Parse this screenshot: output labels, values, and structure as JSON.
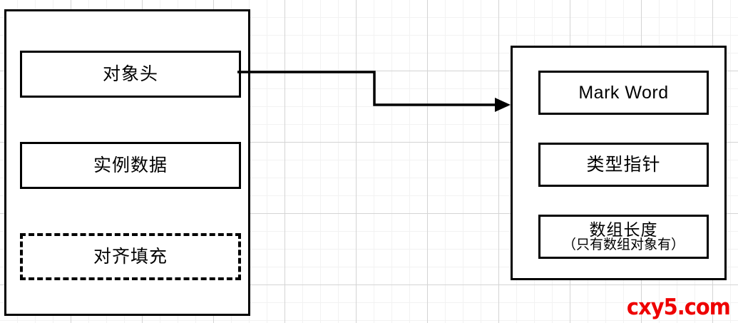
{
  "diagram": {
    "title": "Java object memory layout diagram",
    "stroke_color": "#000000",
    "background_color": "#ffffff",
    "grid_minor_color": "#f2f2f2",
    "grid_major_color": "#d4d4d4"
  },
  "object_container": {
    "name": "object-memory-layout",
    "items": [
      {
        "label": "对象头",
        "border_style": "solid"
      },
      {
        "label": "实例数据",
        "border_style": "solid"
      },
      {
        "label": "对齐填充",
        "border_style": "dashed"
      }
    ]
  },
  "header_container": {
    "name": "object-header-detail",
    "items": [
      {
        "label": "Mark Word",
        "sub_label": ""
      },
      {
        "label": "类型指针",
        "sub_label": ""
      },
      {
        "label": "数组长度",
        "sub_label": "（只有数组对象有）"
      }
    ]
  },
  "connector": {
    "from": "对象头",
    "to": "对象头详情",
    "style": "orthogonal-arrow",
    "color": "#000000"
  },
  "watermark": {
    "text": "cxy5.com",
    "color": "#ee0000"
  }
}
